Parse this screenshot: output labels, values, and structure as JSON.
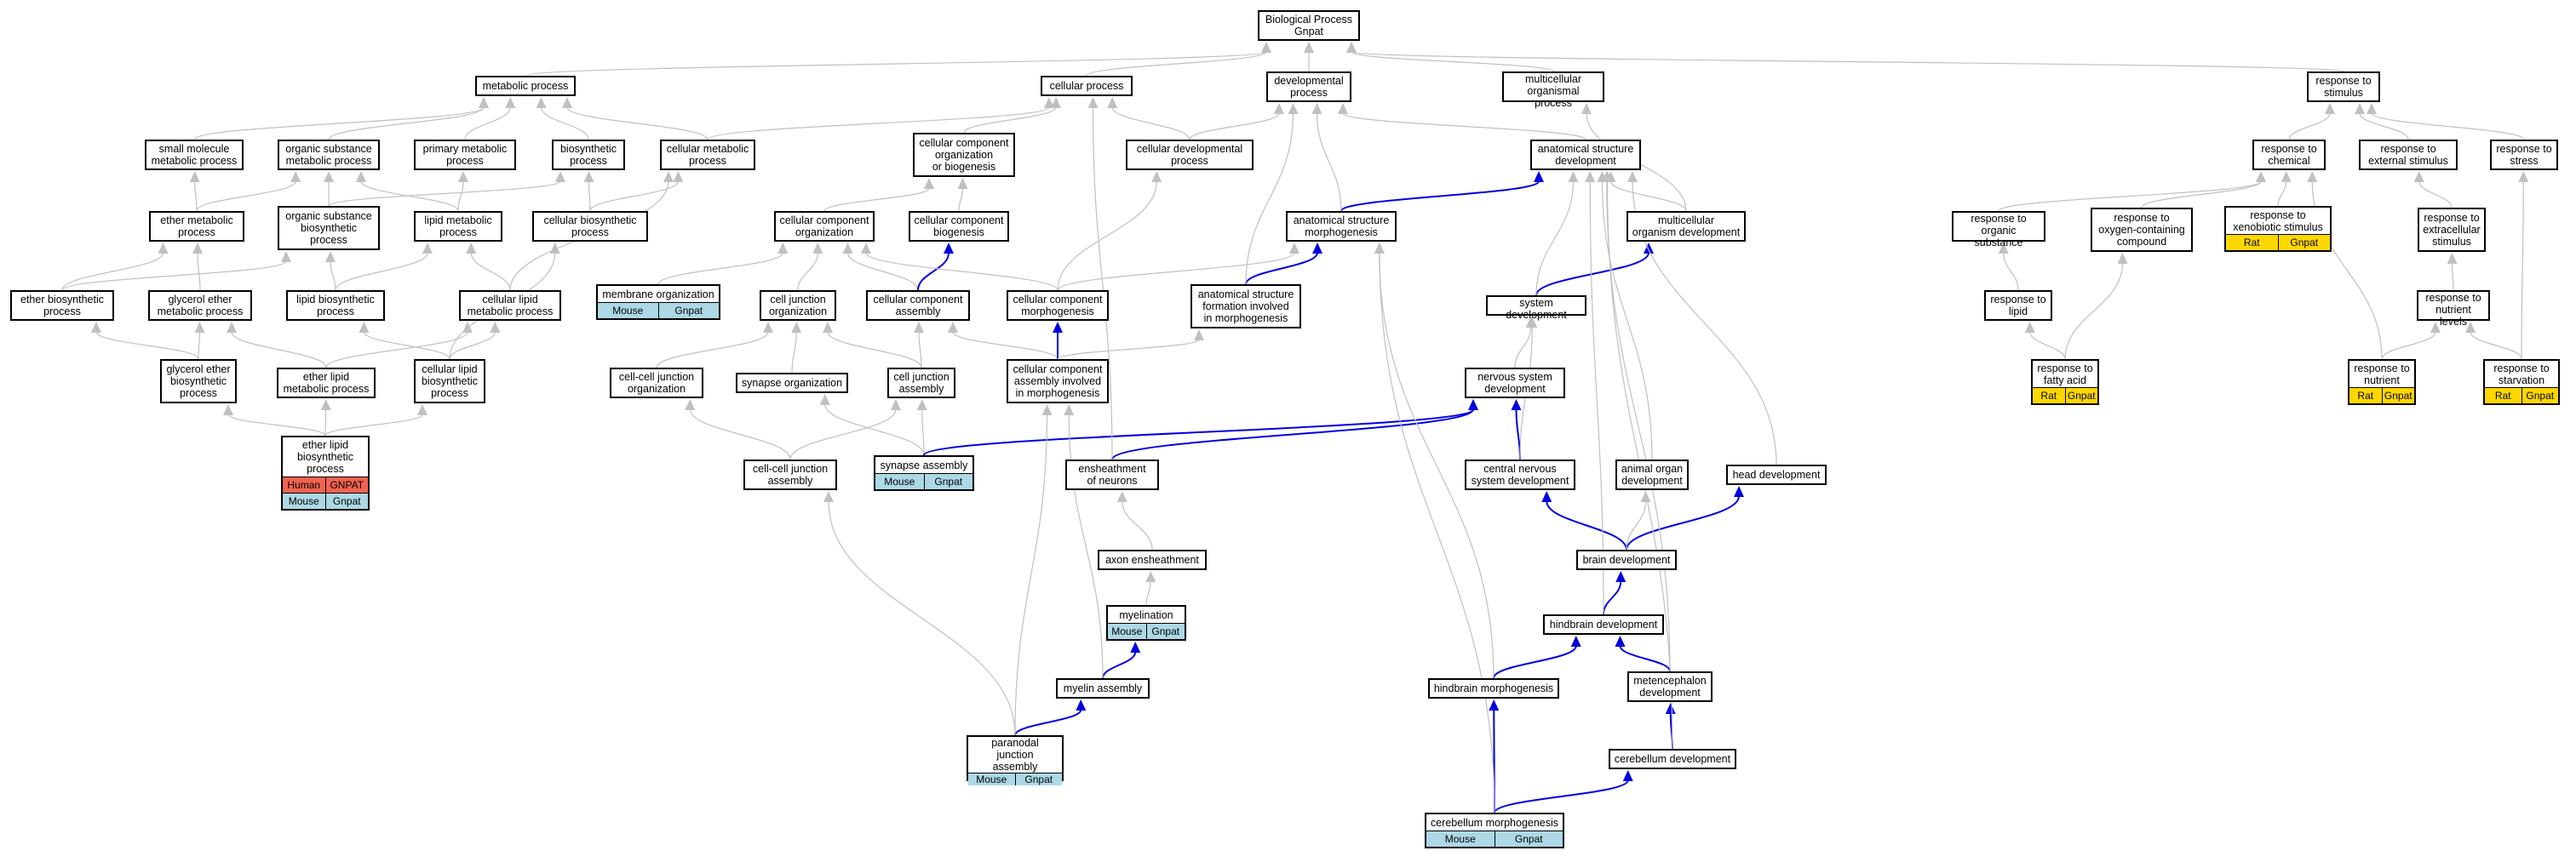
{
  "colors": {
    "gray_edge": "#c0c0c0",
    "blue_edge": "#0000e0",
    "mouse": "#add8e6",
    "rat": "#ffd700",
    "human": "#f26350"
  },
  "nodes": [
    {
      "id": "root",
      "label": "Biological Process\nGnpat"
    },
    {
      "id": "metabolic",
      "label": "metabolic process"
    },
    {
      "id": "cellular",
      "label": "cellular process"
    },
    {
      "id": "developmental",
      "label": "developmental\nprocess"
    },
    {
      "id": "multicellular",
      "label": "multicellular\norganismal process"
    },
    {
      "id": "response_stimulus",
      "label": "response to\nstimulus"
    },
    {
      "id": "small_molecule",
      "label": "small molecule\nmetabolic process"
    },
    {
      "id": "organic_substance",
      "label": "organic substance\nmetabolic process"
    },
    {
      "id": "primary_metabolic",
      "label": "primary metabolic\nprocess"
    },
    {
      "id": "biosynthetic",
      "label": "biosynthetic\nprocess"
    },
    {
      "id": "cellular_metabolic",
      "label": "cellular metabolic\nprocess"
    },
    {
      "id": "ccob",
      "label": "cellular component\norganization\nor biogenesis"
    },
    {
      "id": "cellular_dev",
      "label": "cellular developmental\nprocess"
    },
    {
      "id": "anat_dev",
      "label": "anatomical structure\ndevelopment"
    },
    {
      "id": "resp_chemical",
      "label": "response to\nchemical"
    },
    {
      "id": "resp_external",
      "label": "response to\nexternal stimulus"
    },
    {
      "id": "resp_stress",
      "label": "response to\nstress"
    },
    {
      "id": "ether_metabolic",
      "label": "ether metabolic\nprocess"
    },
    {
      "id": "org_sub_biosyn",
      "label": "organic substance\nbiosynthetic\nprocess"
    },
    {
      "id": "lipid_metabolic",
      "label": "lipid metabolic\nprocess"
    },
    {
      "id": "cell_biosyn",
      "label": "cellular biosynthetic\nprocess"
    },
    {
      "id": "cc_org",
      "label": "cellular component\norganization"
    },
    {
      "id": "cc_biogenesis",
      "label": "cellular component\nbiogenesis"
    },
    {
      "id": "anat_morph",
      "label": "anatomical structure\nmorphogenesis"
    },
    {
      "id": "multi_org_dev",
      "label": "multicellular\norganism development"
    },
    {
      "id": "resp_organic",
      "label": "response to\norganic substance"
    },
    {
      "id": "resp_oxygen",
      "label": "response to\noxygen-containing\ncompound"
    },
    {
      "id": "resp_xeno",
      "label": "response to\nxenobiotic stimulus",
      "annotations": [
        [
          "Rat",
          "Gnpat"
        ]
      ]
    },
    {
      "id": "resp_extracellular",
      "label": "response to\nextracellular\nstimulus"
    },
    {
      "id": "ether_biosyn",
      "label": "ether biosynthetic\nprocess"
    },
    {
      "id": "glycerol_ether_met",
      "label": "glycerol ether\nmetabolic process"
    },
    {
      "id": "lipid_biosyn",
      "label": "lipid biosynthetic\nprocess"
    },
    {
      "id": "cell_lipid_met",
      "label": "cellular lipid\nmetabolic process"
    },
    {
      "id": "membrane_org",
      "label": "membrane organization",
      "annotations": [
        [
          "Mouse",
          "Gnpat"
        ]
      ]
    },
    {
      "id": "cell_junction_org",
      "label": "cell junction\norganization"
    },
    {
      "id": "cc_assembly",
      "label": "cellular component\nassembly"
    },
    {
      "id": "cc_morph",
      "label": "cellular component\nmorphogenesis"
    },
    {
      "id": "anat_formation",
      "label": "anatomical structure\nformation involved\nin morphogenesis"
    },
    {
      "id": "system_dev",
      "label": "system development"
    },
    {
      "id": "resp_lipid",
      "label": "response to\nlipid"
    },
    {
      "id": "resp_nutrient_levels",
      "label": "response to\nnutrient levels"
    },
    {
      "id": "glycerol_ether_biosyn",
      "label": "glycerol ether\nbiosynthetic\nprocess"
    },
    {
      "id": "ether_lipid_met",
      "label": "ether lipid\nmetabolic process"
    },
    {
      "id": "cell_lipid_biosyn",
      "label": "cellular lipid\nbiosynthetic\nprocess"
    },
    {
      "id": "cc_junction_org",
      "label": "cell-cell junction\norganization"
    },
    {
      "id": "synapse_org",
      "label": "synapse organization"
    },
    {
      "id": "cell_junction_asm",
      "label": "cell junction\nassembly"
    },
    {
      "id": "cc_asm_morph",
      "label": "cellular component\nassembly involved\nin morphogenesis"
    },
    {
      "id": "nervous_dev",
      "label": "nervous system\ndevelopment"
    },
    {
      "id": "resp_fatty",
      "label": "response to\nfatty acid",
      "annotations": [
        [
          "Rat",
          "Gnpat"
        ]
      ]
    },
    {
      "id": "resp_nutrient",
      "label": "response to\nnutrient",
      "annotations": [
        [
          "Rat",
          "Gnpat"
        ]
      ]
    },
    {
      "id": "resp_starvation",
      "label": "response to\nstarvation",
      "annotations": [
        [
          "Rat",
          "Gnpat"
        ]
      ]
    },
    {
      "id": "ether_lipid_biosyn",
      "label": "ether lipid\nbiosynthetic\nprocess",
      "annotations": [
        [
          "Human",
          "GNPAT"
        ],
        [
          "Mouse",
          "Gnpat"
        ]
      ]
    },
    {
      "id": "cc_junction_asm",
      "label": "cell-cell junction\nassembly"
    },
    {
      "id": "synapse_asm",
      "label": "synapse assembly",
      "annotations": [
        [
          "Mouse",
          "Gnpat"
        ]
      ]
    },
    {
      "id": "ensheath_neurons",
      "label": "ensheathment\nof neurons"
    },
    {
      "id": "cns_dev",
      "label": "central nervous\nsystem development"
    },
    {
      "id": "animal_organ_dev",
      "label": "animal organ\ndevelopment"
    },
    {
      "id": "head_dev",
      "label": "head development"
    },
    {
      "id": "axon_ensheath",
      "label": "axon ensheathment"
    },
    {
      "id": "brain_dev",
      "label": "brain development"
    },
    {
      "id": "myelination",
      "label": "myelination",
      "annotations": [
        [
          "Mouse",
          "Gnpat"
        ]
      ]
    },
    {
      "id": "hindbrain_dev",
      "label": "hindbrain development"
    },
    {
      "id": "myelin_asm",
      "label": "myelin assembly"
    },
    {
      "id": "hindbrain_morph",
      "label": "hindbrain morphogenesis"
    },
    {
      "id": "metenceph_dev",
      "label": "metencephalon\ndevelopment"
    },
    {
      "id": "cerebellum_dev",
      "label": "cerebellum development"
    },
    {
      "id": "paranodal_asm",
      "label": "paranodal junction\nassembly",
      "annotations": [
        [
          "Mouse",
          "Gnpat"
        ]
      ]
    },
    {
      "id": "cerebellum_morph",
      "label": "cerebellum morphogenesis",
      "annotations": [
        [
          "Mouse",
          "Gnpat"
        ]
      ]
    }
  ],
  "edges": [
    [
      "metabolic",
      "root",
      "g"
    ],
    [
      "cellular",
      "root",
      "g"
    ],
    [
      "developmental",
      "root",
      "g"
    ],
    [
      "multicellular",
      "root",
      "g"
    ],
    [
      "response_stimulus",
      "root",
      "g"
    ],
    [
      "small_molecule",
      "metabolic",
      "g"
    ],
    [
      "organic_substance",
      "metabolic",
      "g"
    ],
    [
      "primary_metabolic",
      "metabolic",
      "g"
    ],
    [
      "biosynthetic",
      "metabolic",
      "g"
    ],
    [
      "cellular_metabolic",
      "metabolic",
      "g"
    ],
    [
      "cellular_metabolic",
      "cellular",
      "g"
    ],
    [
      "ccob",
      "cellular",
      "g"
    ],
    [
      "cellular_dev",
      "cellular",
      "g"
    ],
    [
      "cellular_dev",
      "developmental",
      "g"
    ],
    [
      "anat_dev",
      "developmental",
      "g"
    ],
    [
      "resp_chemical",
      "response_stimulus",
      "g"
    ],
    [
      "resp_external",
      "response_stimulus",
      "g"
    ],
    [
      "resp_stress",
      "response_stimulus",
      "g"
    ],
    [
      "ether_metabolic",
      "small_molecule",
      "g"
    ],
    [
      "ether_metabolic",
      "organic_substance",
      "g"
    ],
    [
      "org_sub_biosyn",
      "organic_substance",
      "g"
    ],
    [
      "org_sub_biosyn",
      "biosynthetic",
      "g"
    ],
    [
      "lipid_metabolic",
      "organic_substance",
      "g"
    ],
    [
      "lipid_metabolic",
      "primary_metabolic",
      "g"
    ],
    [
      "cell_biosyn",
      "biosynthetic",
      "g"
    ],
    [
      "cell_biosyn",
      "cellular_metabolic",
      "g"
    ],
    [
      "cc_org",
      "ccob",
      "g"
    ],
    [
      "cc_biogenesis",
      "ccob",
      "g"
    ],
    [
      "anat_morph",
      "anat_dev",
      "b"
    ],
    [
      "anat_morph",
      "developmental",
      "g"
    ],
    [
      "multi_org_dev",
      "anat_dev",
      "g"
    ],
    [
      "multi_org_dev",
      "multicellular",
      "g"
    ],
    [
      "resp_organic",
      "resp_chemical",
      "g"
    ],
    [
      "resp_oxygen",
      "resp_chemical",
      "g"
    ],
    [
      "resp_xeno",
      "resp_chemical",
      "g"
    ],
    [
      "resp_extracellular",
      "resp_external",
      "g"
    ],
    [
      "ether_biosyn",
      "ether_metabolic",
      "g"
    ],
    [
      "ether_biosyn",
      "org_sub_biosyn",
      "g"
    ],
    [
      "glycerol_ether_met",
      "ether_metabolic",
      "g"
    ],
    [
      "lipid_biosyn",
      "lipid_metabolic",
      "g"
    ],
    [
      "lipid_biosyn",
      "org_sub_biosyn",
      "g"
    ],
    [
      "cell_lipid_met",
      "lipid_metabolic",
      "g"
    ],
    [
      "cell_lipid_met",
      "cellular_metabolic",
      "g"
    ],
    [
      "membrane_org",
      "cc_org",
      "g"
    ],
    [
      "cell_junction_org",
      "cc_org",
      "g"
    ],
    [
      "cc_assembly",
      "cc_org",
      "g"
    ],
    [
      "cc_assembly",
      "cc_biogenesis",
      "b"
    ],
    [
      "cc_morph",
      "cc_org",
      "g"
    ],
    [
      "cc_morph",
      "cellular_dev",
      "g"
    ],
    [
      "cc_morph",
      "anat_morph",
      "g"
    ],
    [
      "anat_formation",
      "anat_morph",
      "b"
    ],
    [
      "anat_formation",
      "developmental",
      "g"
    ],
    [
      "system_dev",
      "multi_org_dev",
      "b"
    ],
    [
      "system_dev",
      "anat_dev",
      "g"
    ],
    [
      "resp_lipid",
      "resp_organic",
      "g"
    ],
    [
      "resp_nutrient_levels",
      "resp_extracellular",
      "g"
    ],
    [
      "glycerol_ether_biosyn",
      "ether_biosyn",
      "g"
    ],
    [
      "glycerol_ether_biosyn",
      "glycerol_ether_met",
      "g"
    ],
    [
      "ether_lipid_met",
      "glycerol_ether_met",
      "g"
    ],
    [
      "ether_lipid_met",
      "cell_lipid_met",
      "g"
    ],
    [
      "cell_lipid_biosyn",
      "lipid_biosyn",
      "g"
    ],
    [
      "cell_lipid_biosyn",
      "cell_lipid_met",
      "g"
    ],
    [
      "cell_lipid_biosyn",
      "cell_biosyn",
      "g"
    ],
    [
      "cc_junction_org",
      "cell_junction_org",
      "g"
    ],
    [
      "synapse_org",
      "cell_junction_org",
      "g"
    ],
    [
      "cell_junction_asm",
      "cell_junction_org",
      "g"
    ],
    [
      "cell_junction_asm",
      "cc_assembly",
      "g"
    ],
    [
      "cc_asm_morph",
      "cc_assembly",
      "g"
    ],
    [
      "cc_asm_morph",
      "cc_morph",
      "b"
    ],
    [
      "cc_asm_morph",
      "anat_formation",
      "g"
    ],
    [
      "nervous_dev",
      "system_dev",
      "g"
    ],
    [
      "resp_fatty",
      "resp_lipid",
      "g"
    ],
    [
      "resp_fatty",
      "resp_oxygen",
      "g"
    ],
    [
      "resp_nutrient",
      "resp_nutrient_levels",
      "g"
    ],
    [
      "resp_nutrient",
      "resp_chemical",
      "g"
    ],
    [
      "resp_starvation",
      "resp_nutrient_levels",
      "g"
    ],
    [
      "resp_starvation",
      "resp_stress",
      "g"
    ],
    [
      "ether_lipid_biosyn",
      "glycerol_ether_biosyn",
      "g"
    ],
    [
      "ether_lipid_biosyn",
      "ether_lipid_met",
      "g"
    ],
    [
      "ether_lipid_biosyn",
      "cell_lipid_biosyn",
      "g"
    ],
    [
      "cc_junction_asm",
      "cc_junction_org",
      "g"
    ],
    [
      "cc_junction_asm",
      "cell_junction_asm",
      "g"
    ],
    [
      "synapse_asm",
      "synapse_org",
      "g"
    ],
    [
      "synapse_asm",
      "cell_junction_asm",
      "g"
    ],
    [
      "synapse_asm",
      "nervous_dev",
      "b"
    ],
    [
      "ensheath_neurons",
      "nervous_dev",
      "b"
    ],
    [
      "ensheath_neurons",
      "cellular",
      "g"
    ],
    [
      "cns_dev",
      "nervous_dev",
      "b"
    ],
    [
      "cns_dev",
      "system_dev",
      "g"
    ],
    [
      "animal_organ_dev",
      "anat_dev",
      "g"
    ],
    [
      "head_dev",
      "anat_dev",
      "g"
    ],
    [
      "axon_ensheath",
      "ensheath_neurons",
      "g"
    ],
    [
      "brain_dev",
      "cns_dev",
      "b"
    ],
    [
      "brain_dev",
      "head_dev",
      "b"
    ],
    [
      "brain_dev",
      "animal_organ_dev",
      "g"
    ],
    [
      "myelination",
      "axon_ensheath",
      "g"
    ],
    [
      "hindbrain_dev",
      "brain_dev",
      "b"
    ],
    [
      "hindbrain_dev",
      "anat_dev",
      "g"
    ],
    [
      "myelin_asm",
      "myelination",
      "b"
    ],
    [
      "myelin_asm",
      "cc_asm_morph",
      "g"
    ],
    [
      "hindbrain_morph",
      "hindbrain_dev",
      "b"
    ],
    [
      "hindbrain_morph",
      "anat_morph",
      "g"
    ],
    [
      "metenceph_dev",
      "hindbrain_dev",
      "b"
    ],
    [
      "metenceph_dev",
      "anat_dev",
      "g"
    ],
    [
      "cerebellum_dev",
      "metenceph_dev",
      "b"
    ],
    [
      "cerebellum_dev",
      "anat_dev",
      "g"
    ],
    [
      "paranodal_asm",
      "myelin_asm",
      "b"
    ],
    [
      "paranodal_asm",
      "cc_junction_asm",
      "g"
    ],
    [
      "paranodal_asm",
      "cc_asm_morph",
      "g"
    ],
    [
      "cerebellum_morph",
      "hindbrain_morph",
      "b"
    ],
    [
      "cerebellum_morph",
      "cerebellum_dev",
      "b"
    ],
    [
      "cerebellum_morph",
      "anat_morph",
      "g"
    ]
  ]
}
